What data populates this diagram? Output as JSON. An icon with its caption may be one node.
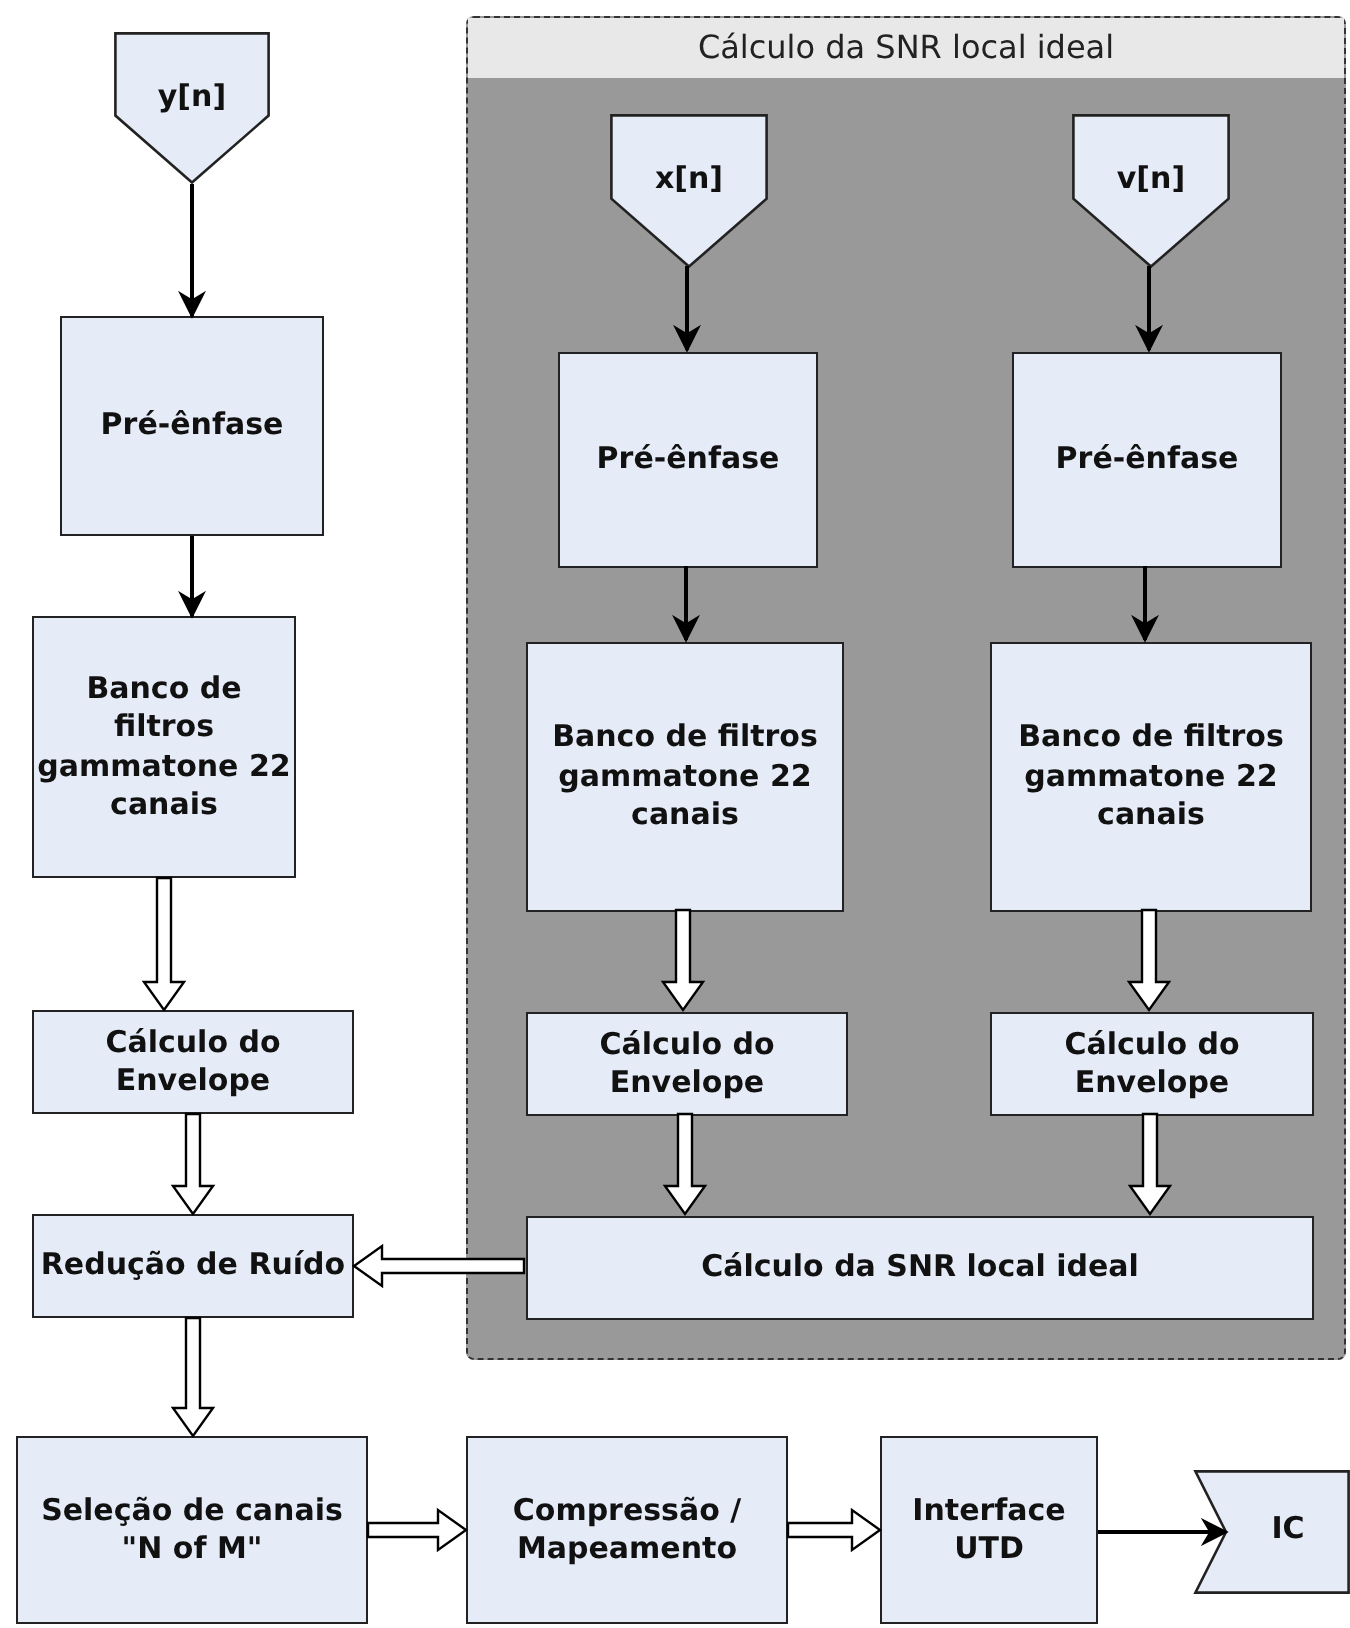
{
  "diagram": {
    "nodes": [
      {
        "text": [
          "y[n]"
        ]
      },
      {
        "text": [
          "Pré-ênfase"
        ]
      },
      {
        "text": [
          "Banco de filtros gammatone 22 canais"
        ]
      },
      {
        "text": [
          "Cálculo do Envelope"
        ]
      },
      {
        "text": [
          "Redução de Ruído"
        ]
      },
      {
        "text": [
          "Seleção de canais \"N of M\""
        ]
      },
      {
        "text": [
          "Compressão / Mapeamento"
        ]
      },
      {
        "text": [
          "Interface UTD"
        ]
      },
      {
        "text": [
          "IC"
        ]
      },
      {
        "text": [
          "Cálculo da SNR local ideal"
        ]
      },
      {
        "text": [
          "x[n]"
        ],
        "in": 9
      },
      {
        "text": [
          "v[n]"
        ],
        "in": 9
      },
      {
        "text": [
          "Pré-ênfase"
        ],
        "in": 9
      },
      {
        "text": [
          "Pré-ênfase"
        ],
        "in": 9
      },
      {
        "text": [
          "Banco de filtros gammatone 22 canais"
        ],
        "in": 9
      },
      {
        "text": [
          "Banco de filtros gammatone 22 canais"
        ],
        "in": 9
      },
      {
        "text": [
          "Cálculo do Envelope"
        ],
        "in": 9
      },
      {
        "text": [
          "Cálculo do Envelope"
        ],
        "in": 9
      },
      {
        "text": [
          "Cálculo da SNR local ideal"
        ],
        "in": 9
      }
    ],
    "edges": [
      {
        "from": 0,
        "to": 1,
        "arrow": "to"
      },
      {
        "from": 1,
        "to": 2,
        "arrow": "to"
      },
      {
        "from": 2,
        "to": 3,
        "arrow": "to",
        "style": "thick"
      },
      {
        "from": 3,
        "to": 4,
        "arrow": "to",
        "style": "thick"
      },
      {
        "from": 4,
        "to": 5,
        "arrow": "to",
        "style": "thick"
      },
      {
        "from": 5,
        "to": 6,
        "arrow": "to",
        "style": "thick"
      },
      {
        "from": 6,
        "to": 7,
        "arrow": "to",
        "style": "thick"
      },
      {
        "from": 7,
        "to": 8,
        "arrow": "to"
      },
      {
        "from": 10,
        "to": 12,
        "arrow": "to"
      },
      {
        "from": 11,
        "to": 13,
        "arrow": "to"
      },
      {
        "from": 12,
        "to": 14,
        "arrow": "to"
      },
      {
        "from": 13,
        "to": 15,
        "arrow": "to"
      },
      {
        "from": 14,
        "to": 16,
        "arrow": "to",
        "style": "thick"
      },
      {
        "from": 15,
        "to": 17,
        "arrow": "to",
        "style": "thick"
      },
      {
        "from": 16,
        "to": 18,
        "arrow": "to",
        "style": "thick"
      },
      {
        "from": 17,
        "to": 18,
        "arrow": "to",
        "style": "thick"
      },
      {
        "from": 18,
        "to": 4,
        "arrow": "to",
        "style": "thick"
      }
    ]
  }
}
